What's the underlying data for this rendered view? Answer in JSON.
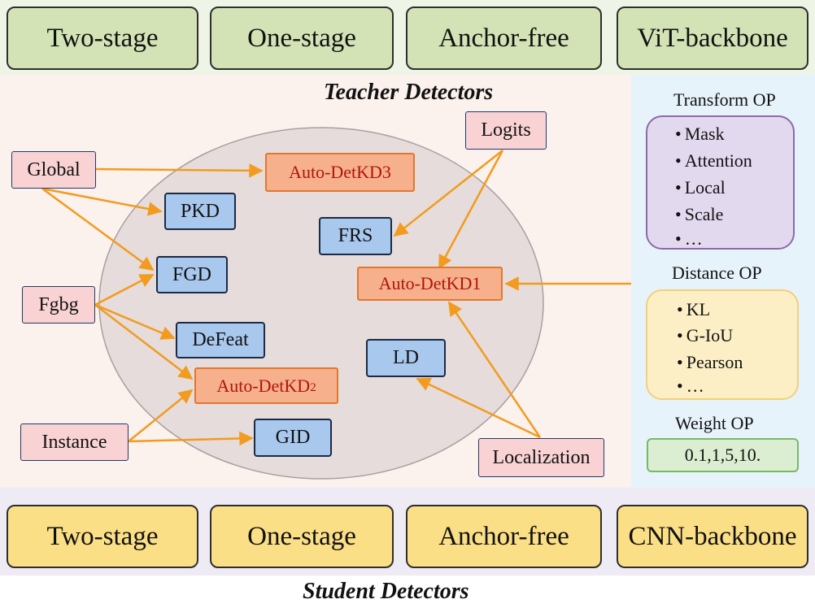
{
  "teacher_types": [
    "Two-stage",
    "One-stage",
    "Anchor-free",
    "ViT-backbone"
  ],
  "student_types": [
    "Two-stage",
    "One-stage",
    "Anchor-free",
    "CNN-backbone"
  ],
  "teacher_title": "Teacher Detectors",
  "student_title": "Student Detectors",
  "sources": {
    "global": "Global",
    "fgbg": "Fgbg",
    "instance": "Instance",
    "logits": "Logits",
    "localization": "Localization"
  },
  "methods": {
    "pkd": "PKD",
    "fgd": "FGD",
    "defeat": "DeFeat",
    "gid": "GID",
    "frs": "FRS",
    "ld": "LD"
  },
  "auto": {
    "kd3": "Auto-DetKD3",
    "kd2": "Auto-DetKD",
    "kd2_sub": "2",
    "kd1": "Auto-DetKD1"
  },
  "ops": {
    "transform_title": "Transform OP",
    "transform_items": [
      "Mask",
      "Attention",
      "Local",
      "Scale",
      "…"
    ],
    "distance_title": "Distance  OP",
    "distance_items": [
      "KL",
      "G-IoU",
      "Pearson",
      "…"
    ],
    "weight_title": "Weight  OP",
    "weight_value": "0.1,1,5,10."
  },
  "colors": {
    "arrow": "#f29b1f",
    "teacher_bg": "#d3e3b6",
    "student_bg": "#fbdf86"
  }
}
